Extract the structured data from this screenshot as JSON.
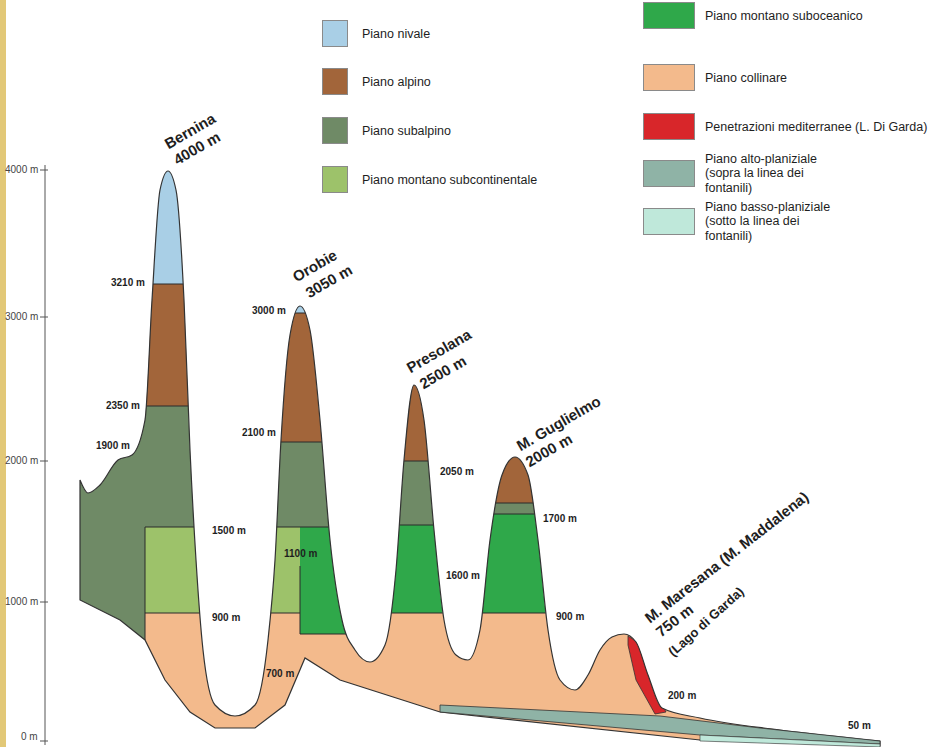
{
  "diagram": {
    "labels": [
      "4000 m",
      "3000 m",
      "2000 m",
      "1000 m",
      "0 m",
      "Bernina",
      "4000 m",
      "3210 m",
      "2350 m",
      "1900 m",
      "1500 m",
      "900 m",
      "Orobie",
      "3050 m",
      "3000 m",
      "2100 m",
      "1100 m",
      "700 m",
      "Presolana",
      "2500 m",
      "2050 m",
      "1600 m",
      "M. Guglielmo",
      "2000 m",
      "1700 m",
      "900 m",
      "M. Maresana (M. Maddalena)",
      "750 m",
      "(Lago di Garda)",
      "200 m",
      "50 m"
    ],
    "legend": [
      {
        "text": "Piano nivale",
        "color": "#a9cfe6"
      },
      {
        "text": "Piano alpino",
        "color": "#a2653a"
      },
      {
        "text": "Piano subalpino",
        "color": "#6f8a66"
      },
      {
        "text": "Piano montano subcontinentale",
        "color": "#9dc26a"
      },
      {
        "text": "Piano montano suboceanico",
        "color": "#2fa84a"
      },
      {
        "text": "Piano collinare",
        "color": "#f3ba8c"
      },
      {
        "text": "Penetrazioni mediterranee (L. Di Garda)",
        "color": "#d8262a"
      },
      {
        "text": "Piano alto-planiziale (sopra la linea dei fontanili)",
        "color": "#8fb3a6"
      },
      {
        "text": "Piano basso-planiziale (sotto la linea dei fontanili)",
        "color": "#bfe8da"
      }
    ]
  }
}
